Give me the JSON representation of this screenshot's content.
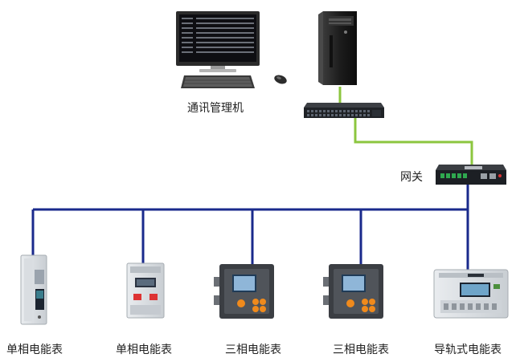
{
  "labels": {
    "workstation": "通讯管理机",
    "gateway": "网关",
    "meter1": "单相电能表",
    "meter2": "单相电能表",
    "meter3": "三相电能表",
    "meter4": "三相电能表",
    "meter5": "导轨式电能表"
  },
  "colors": {
    "bus_line": "#1a2a8c",
    "link_line": "#8cc63f"
  }
}
